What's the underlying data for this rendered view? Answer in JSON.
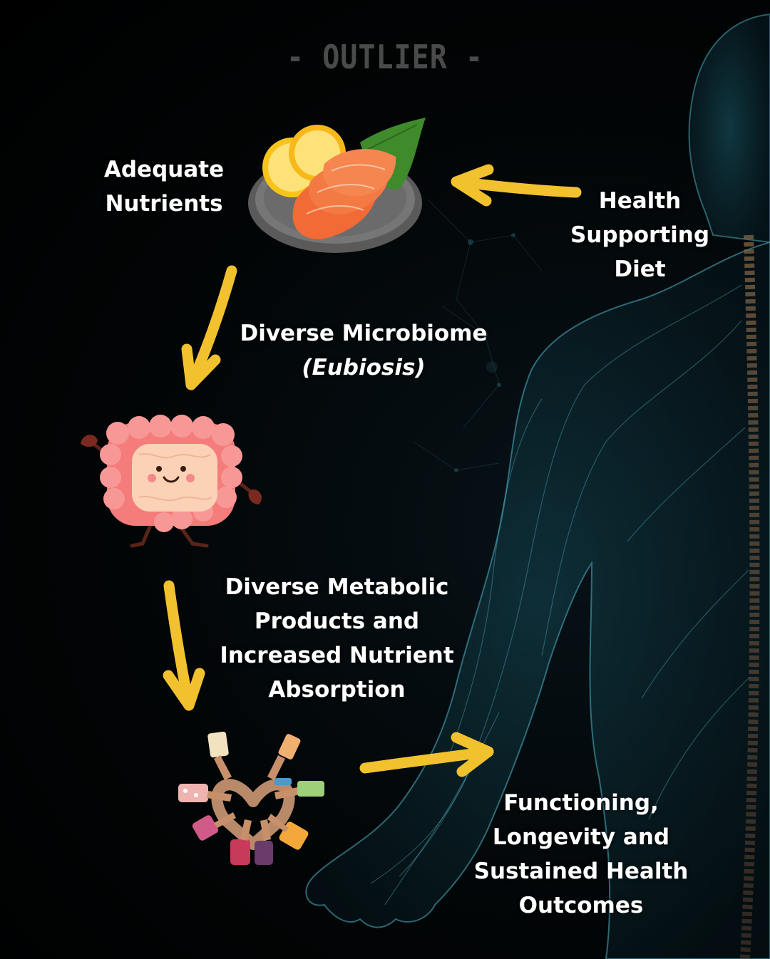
{
  "brand": {
    "name": "- OUTLIER -"
  },
  "diagram": {
    "nodes": [
      {
        "id": "adequate-nutrients",
        "lines": [
          "Adequate",
          "Nutrients"
        ]
      },
      {
        "id": "health-supporting-diet",
        "lines": [
          "Health",
          "Supporting",
          "Diet"
        ]
      },
      {
        "id": "diverse-microbiome",
        "lines": [
          "Diverse Microbiome",
          "(Eubiosis)"
        ]
      },
      {
        "id": "diverse-metabolic-products",
        "lines": [
          "Diverse Metabolic",
          "Products and",
          "Increased Nutrient",
          "Absorption"
        ]
      },
      {
        "id": "health-outcomes",
        "lines": [
          "Functioning,",
          "Longevity and",
          "Sustained Health",
          "Outcomes"
        ]
      }
    ],
    "edges": [
      {
        "from": "health-supporting-diet",
        "to": "adequate-nutrients"
      },
      {
        "from": "adequate-nutrients",
        "to": "diverse-microbiome"
      },
      {
        "from": "diverse-microbiome",
        "to": "diverse-metabolic-products"
      },
      {
        "from": "diverse-metabolic-products",
        "to": "health-outcomes"
      }
    ],
    "icons": [
      "salmon-plate-icon",
      "intestine-character-icon",
      "hands-heart-icon",
      "human-body-nervous-system-image"
    ]
  },
  "colors": {
    "arrow": "#f2c12e",
    "background": "#000000",
    "text": "#ffffff",
    "brand": "#4a4a4a",
    "body_glow": "#4fb3c8"
  }
}
